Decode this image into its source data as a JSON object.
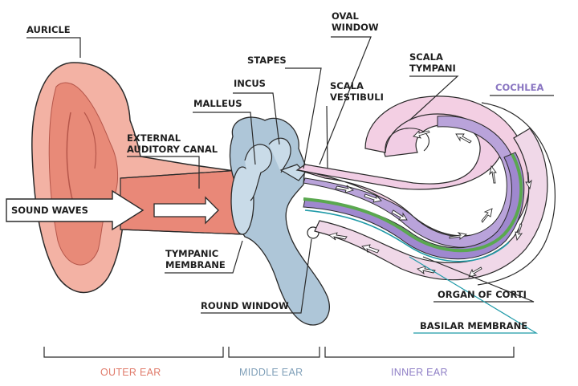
{
  "labels": {
    "auricle": "AURICLE",
    "oval_window_1": "OVAL",
    "oval_window_2": "WINDOW",
    "stapes": "STAPES",
    "scala_vestibuli_1": "SCALA",
    "scala_vestibuli_2": "VESTIBULI",
    "scala_tympani_1": "SCALA",
    "scala_tympani_2": "TYMPANI",
    "incus": "INCUS",
    "malleus": "MALLEUS",
    "cochlea": "COCHLEA",
    "external_canal_1": "EXTERNAL",
    "external_canal_2": "AUDITORY CANAL",
    "sound_waves": "SOUND WAVES",
    "tympanic_1": "TYMPANIC",
    "tympanic_2": "MEMBRANE",
    "round_window": "ROUND WINDOW",
    "organ_of_corti": "ORGAN OF CORTI",
    "basilar_membrane": "BASILAR MEMBRANE"
  },
  "sections": {
    "outer": "OUTER EAR",
    "middle": "MIDDLE EAR",
    "inner": "INNER EAR"
  },
  "colors": {
    "outer_ear": "#e98878",
    "middle_ear": "#7f9fb8",
    "inner_ear": "#8f7fc6",
    "cochlea_label": "#8a76c2",
    "organ_of_corti": "#3d8a3a",
    "basilar_membrane": "#1f9aa8"
  }
}
